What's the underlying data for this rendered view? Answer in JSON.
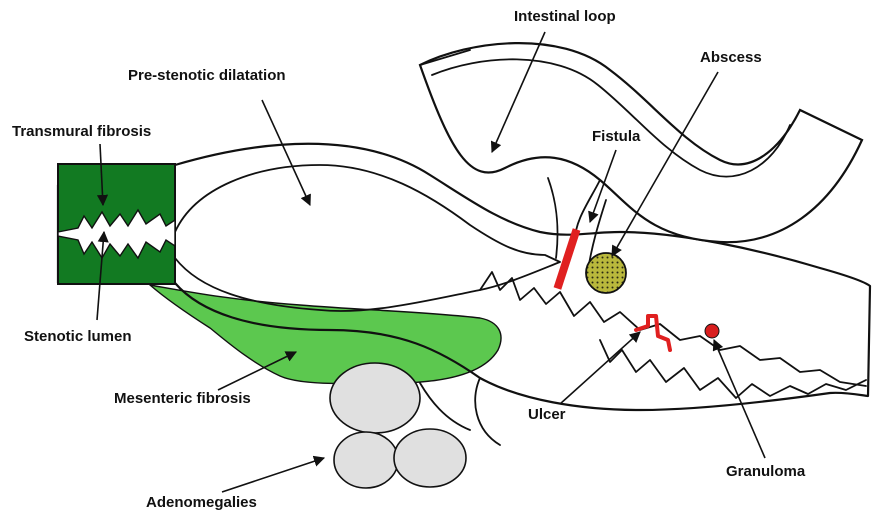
{
  "labels": {
    "intestinal_loop": "Intestinal loop",
    "abscess": "Abscess",
    "pre_stenotic_dilatation": "Pre-stenotic dilatation",
    "transmural_fibrosis": "Transmural fibrosis",
    "fistula": "Fistula",
    "stenotic_lumen": "Stenotic lumen",
    "mesenteric_fibrosis": "Mesenteric fibrosis",
    "ulcer": "Ulcer",
    "granuloma": "Granuloma",
    "adenomegalies": "Adenomegalies"
  },
  "colors": {
    "transmural_fibrosis": "#127a22",
    "mesenteric_fibrosis": "#5cc84f",
    "fistula": "#e02020",
    "abscess": "#b3b23a",
    "ulcer": "#e02020",
    "granuloma": "#d81e1e",
    "lymph_node": "#e0e0e0"
  }
}
